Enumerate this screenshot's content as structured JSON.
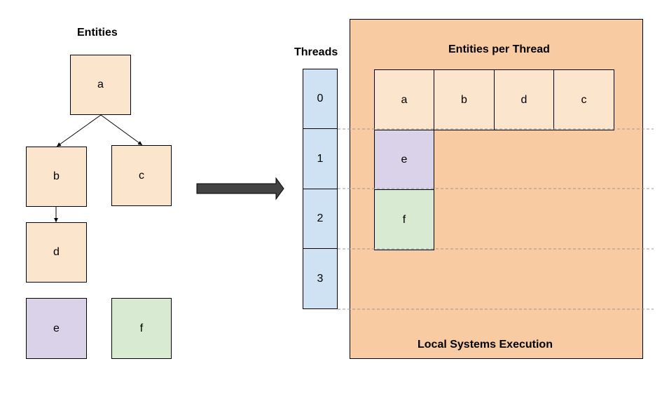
{
  "colors": {
    "entity_fill": "#fce5cd",
    "entity_e_fill": "#d9d2e9",
    "entity_f_fill": "#d9ead3",
    "thread_fill": "#cfe2f3",
    "panel_fill": "#f8cba3",
    "arrow_fill": "#434343"
  },
  "entities_section": {
    "title": "Entities",
    "nodes": {
      "a": "a",
      "b": "b",
      "c": "c",
      "d": "d",
      "e": "e",
      "f": "f"
    },
    "edges": [
      [
        "a",
        "b"
      ],
      [
        "a",
        "c"
      ],
      [
        "b",
        "d"
      ]
    ]
  },
  "threads_section": {
    "title": "Threads",
    "threads": [
      "0",
      "1",
      "2",
      "3"
    ]
  },
  "execution_panel": {
    "header": "Entities per Thread",
    "footer": "Local Systems Execution",
    "rows": [
      {
        "thread": "0",
        "entities": [
          "a",
          "b",
          "d",
          "c"
        ]
      },
      {
        "thread": "1",
        "entities": [
          "e"
        ]
      },
      {
        "thread": "2",
        "entities": [
          "f"
        ]
      },
      {
        "thread": "3",
        "entities": []
      }
    ]
  }
}
